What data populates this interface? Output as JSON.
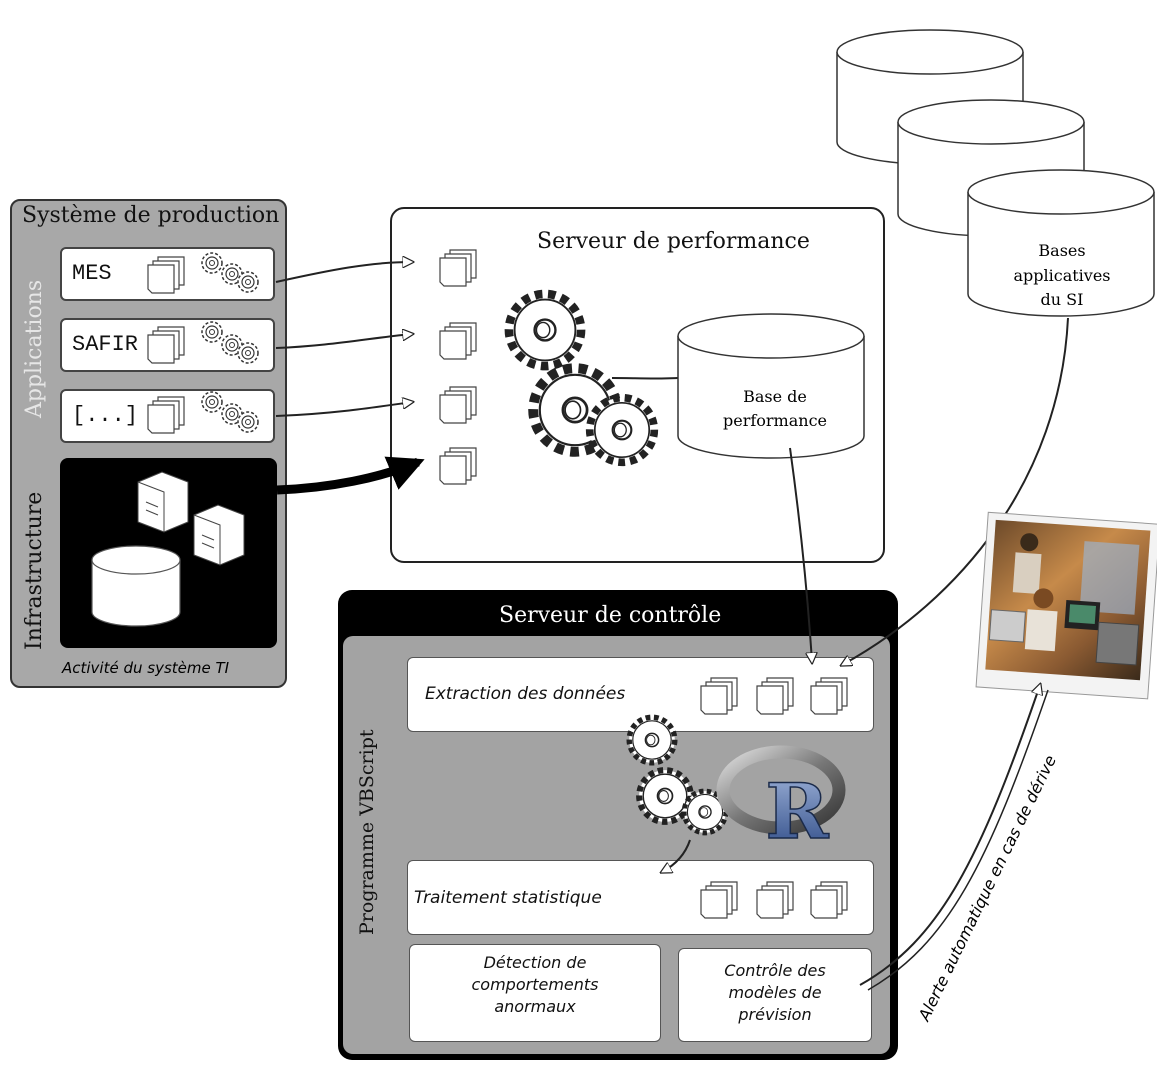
{
  "production": {
    "title": "Système de production",
    "applications_label": "Applications",
    "infrastructure_label": "Infrastructure",
    "apps": [
      "MES",
      "SAFIR",
      "[...]"
    ],
    "activity_label": "Activité du système TI"
  },
  "performance_server": {
    "title": "Serveur de performance",
    "db_label_line1": "Base de",
    "db_label_line2": "performance"
  },
  "si_databases": {
    "line1": "Bases",
    "line2": "applicatives",
    "line3": "du SI"
  },
  "control_server": {
    "title": "Serveur de contrôle",
    "program_label": "Programme VBScript",
    "extraction": "Extraction des données",
    "treatment": "Traitement statistique",
    "detection_line1": "Détection de",
    "detection_line2": "comportements",
    "detection_line3": "anormaux",
    "control_line1": "Contrôle des",
    "control_line2": "modèles de",
    "control_line3": "prévision",
    "r_logo": "R"
  },
  "alert_label": "Alerte automatique en cas de dérive",
  "colors": {
    "panel_gray": "#a8a8a8",
    "black": "#000000",
    "white": "#ffffff"
  }
}
